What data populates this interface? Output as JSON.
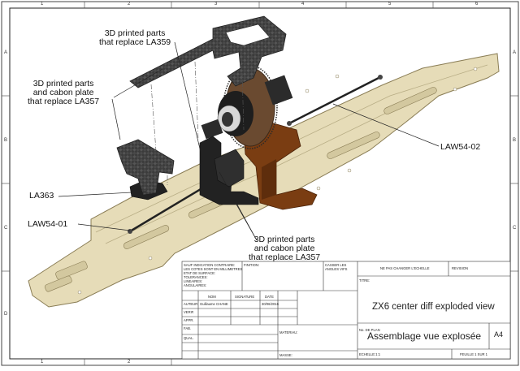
{
  "sheet": {
    "columns": [
      "1",
      "2",
      "3",
      "4",
      "5",
      "6"
    ],
    "rows": [
      "A",
      "B",
      "C",
      "D"
    ],
    "colors": {
      "plate": "#e6dcb8",
      "plate_edge": "#8a7d55",
      "carbon": "#3b3b3b",
      "mount": "#7a3d12",
      "gear": "#6a4a30"
    }
  },
  "callouts": {
    "top": [
      "3D printed parts",
      "that replace LA359"
    ],
    "left": [
      "3D printed parts",
      "and cabon plate",
      "that replace LA357"
    ],
    "bottom": [
      "3D printed parts",
      "and cabon plate",
      "that replace LA357"
    ],
    "la363": "LA363",
    "law5401": "LAW54-01",
    "law5402": "LAW54-02"
  },
  "title_block": {
    "tolerance_notes": [
      "SAUF INDICATION CONTRAIRE:",
      "LES COTES SONT EN MILLIMETRES",
      "ETAT DE SURFACE:",
      "TOLERANCES:",
      "LINEAIRES:",
      "ANGULAIRES:"
    ],
    "finition": "FINITION:",
    "casser_angles": [
      "CASSER LES",
      "ANGLES VIFS"
    ],
    "ne_pas_changer": "NE PAS CHANGER L'ECHELLE",
    "revision": "REVISION",
    "headers": {
      "nom": "NOM",
      "signature": "SIGNATURE",
      "date": "DATE"
    },
    "auteur_label": "AUTEUR",
    "auteur_name": "Guillaume CHANE",
    "auteur_date": "30/06/2016",
    "verif": "VERIF.",
    "appr": "APPR.",
    "fab": "FAB.",
    "qual": "QUAL.",
    "titre_label": "TITRE:",
    "title": "ZX6 center diff exploded view",
    "materiau": "MATERIAU:",
    "no_dessin": "No. DE PLAN",
    "drawing_name": "Assemblage vue explosée",
    "format": "A4",
    "masse": "MASSE:",
    "echelle": "ECHELLE:1:1",
    "feuille": "FEUILLE 1 SUR 1"
  }
}
